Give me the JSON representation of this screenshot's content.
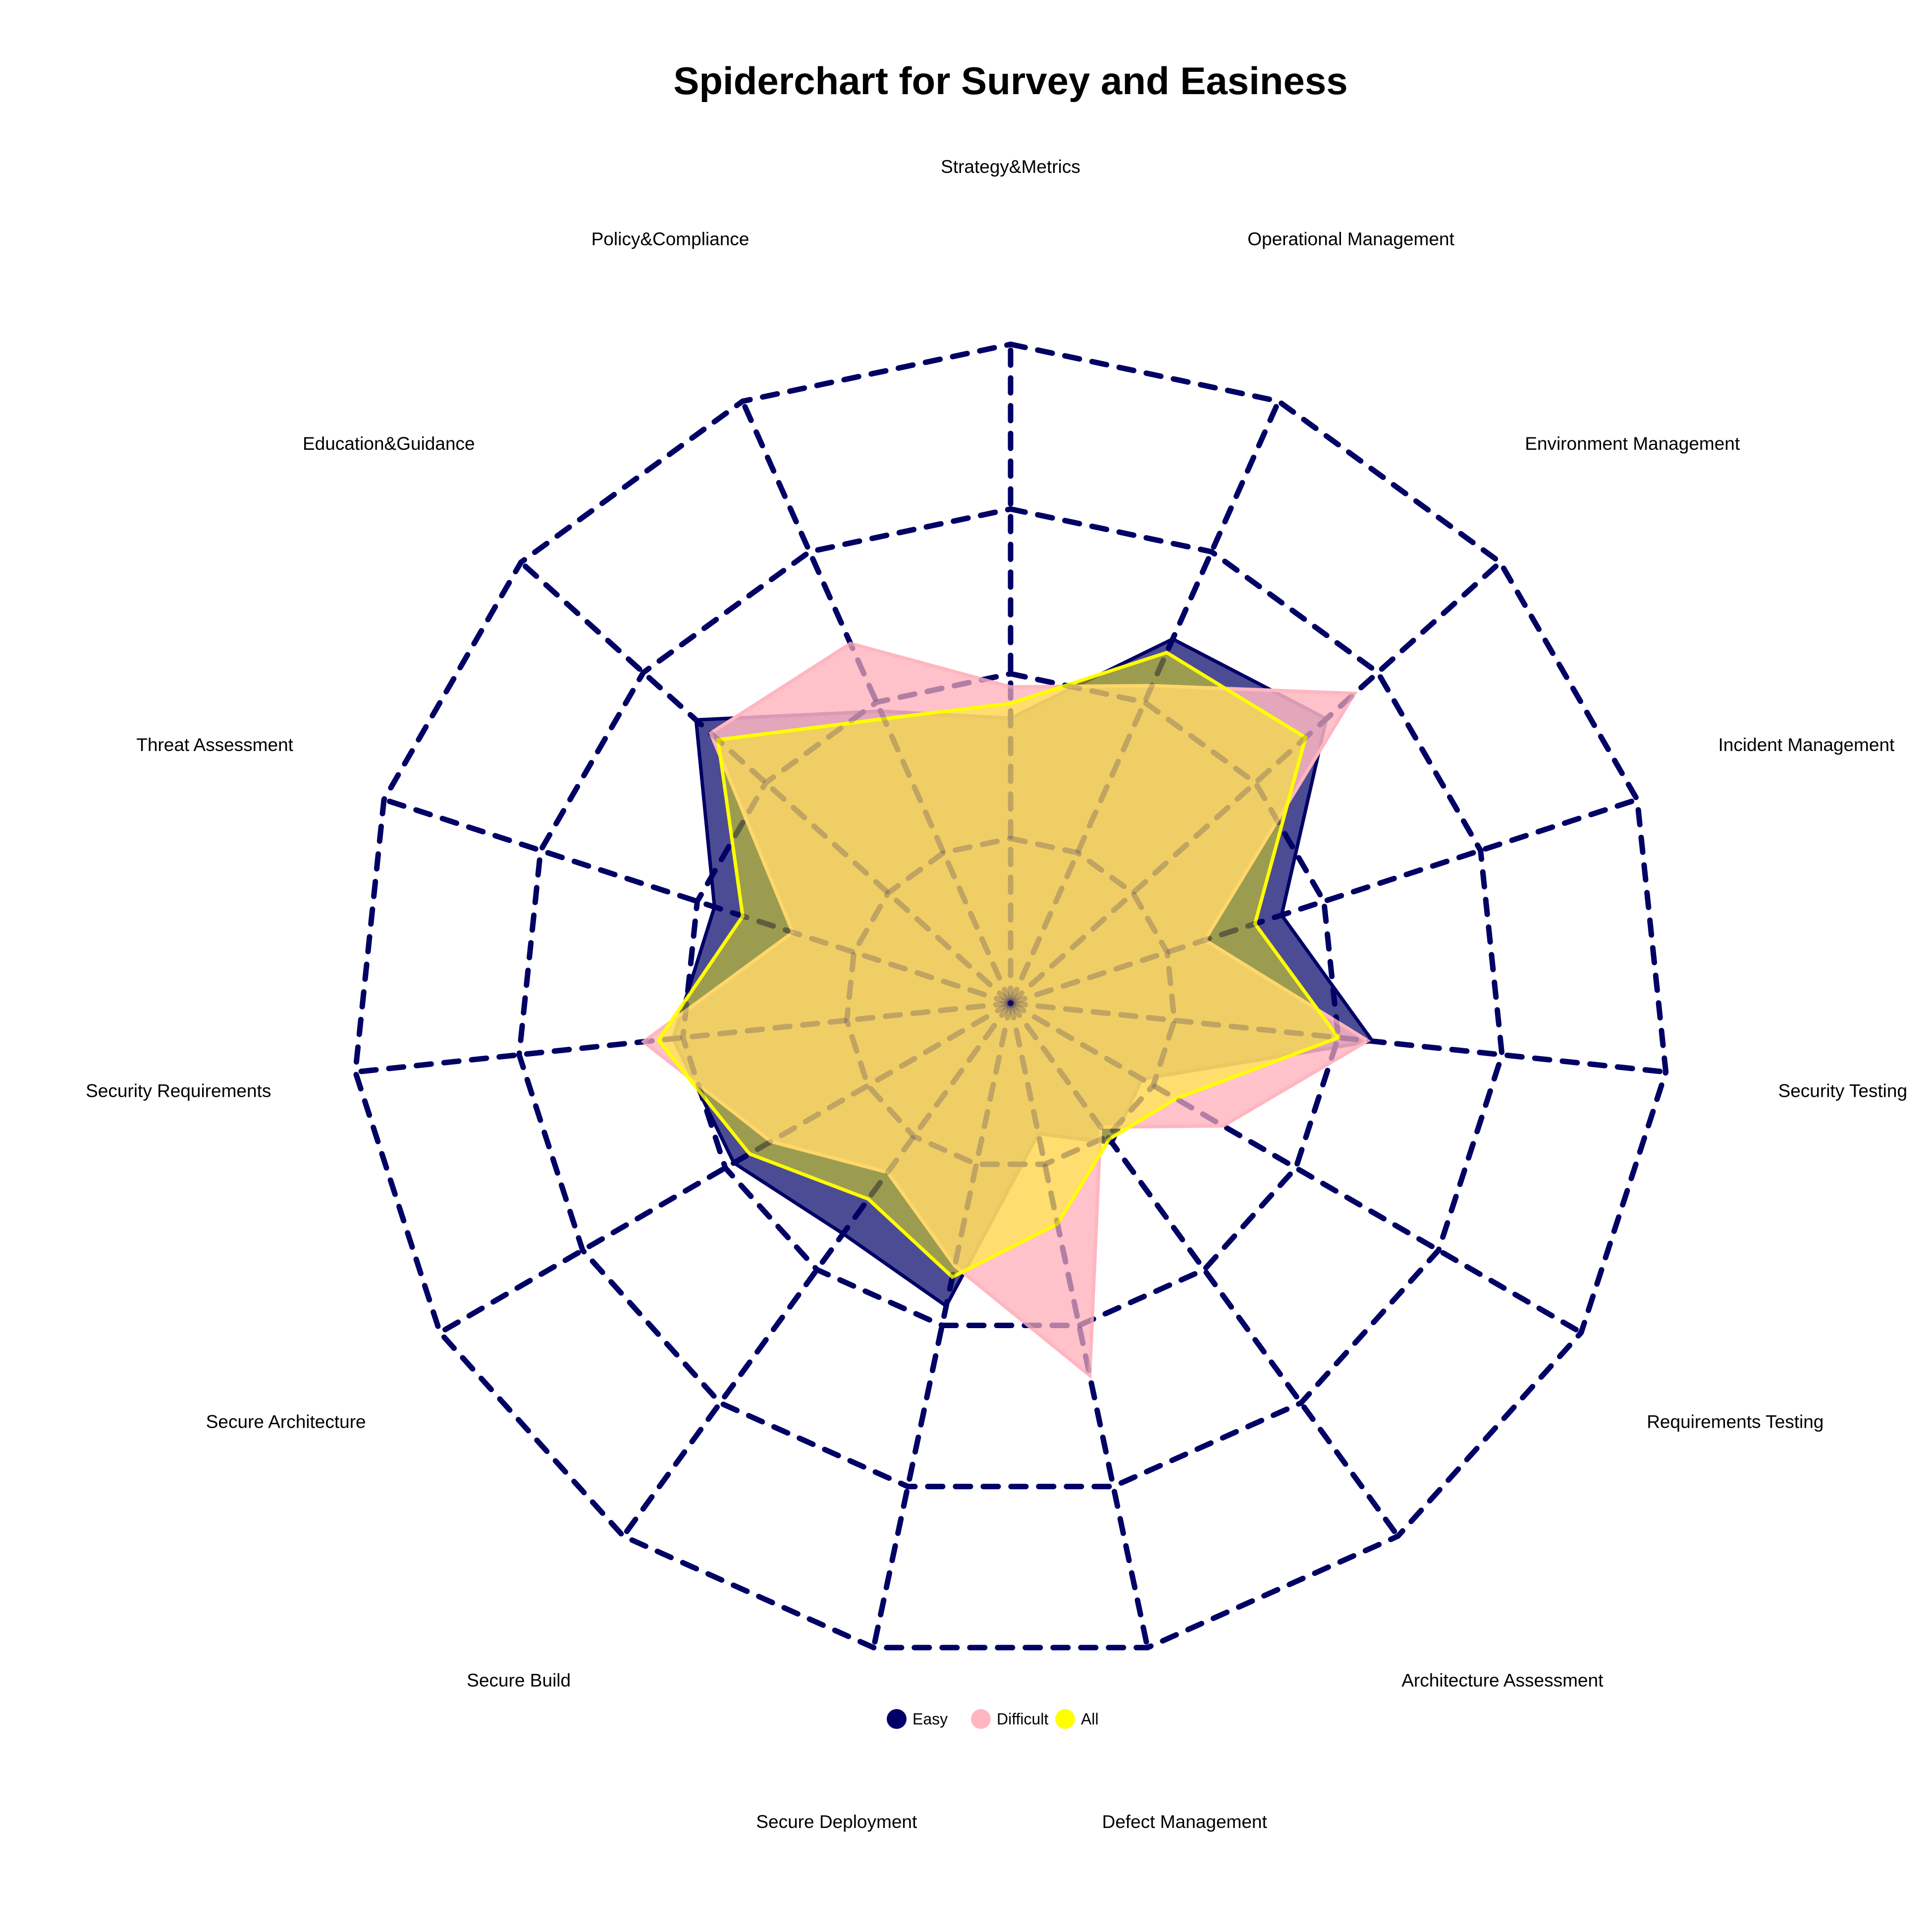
{
  "chart_data": {
    "type": "radar",
    "title": "Spiderchart for Survey and Easiness",
    "axes": [
      "Strategy&Metrics",
      "Operational Management",
      "Environment Management",
      "Incident Management",
      "Security Testing",
      "Requirements Testing",
      "Architecture Assessment",
      "Defect Management",
      "Secure Deployment",
      "Secure Build",
      "Secure Architecture",
      "Security Requirements",
      "Threat Assessment",
      "Education&Guidance",
      "Policy&Compliance"
    ],
    "rlim": [
      0,
      4
    ],
    "grid_levels": [
      1,
      2,
      3,
      4
    ],
    "grid_style": "dashed",
    "series": [
      {
        "name": "Easy",
        "color": "#000066",
        "fill_opacity": 0.7,
        "values": [
          1.73,
          2.42,
          2.58,
          1.73,
          2.21,
          0.92,
          1.05,
          0.81,
          1.88,
          1.73,
          1.94,
          2.06,
          1.89,
          2.57,
          1.94
        ]
      },
      {
        "name": "Difficult",
        "color": "#FFB6C1",
        "fill_opacity": 0.85,
        "values": [
          1.92,
          2.11,
          2.81,
          1.24,
          2.18,
          1.49,
          0.93,
          2.31,
          1.63,
          1.27,
          1.68,
          2.24,
          1.39,
          2.45,
          2.39
        ]
      },
      {
        "name": "All",
        "color": "#FFFF00",
        "fill_opacity": 0.45,
        "values": [
          1.82,
          2.33,
          2.41,
          1.56,
          2.0,
          1.16,
          1.02,
          1.37,
          1.7,
          1.47,
          1.83,
          2.15,
          1.71,
          2.39,
          1.89
        ]
      }
    ],
    "legend": {
      "position": "bottom",
      "entries": [
        "Easy",
        "Difficult",
        "All"
      ]
    }
  }
}
